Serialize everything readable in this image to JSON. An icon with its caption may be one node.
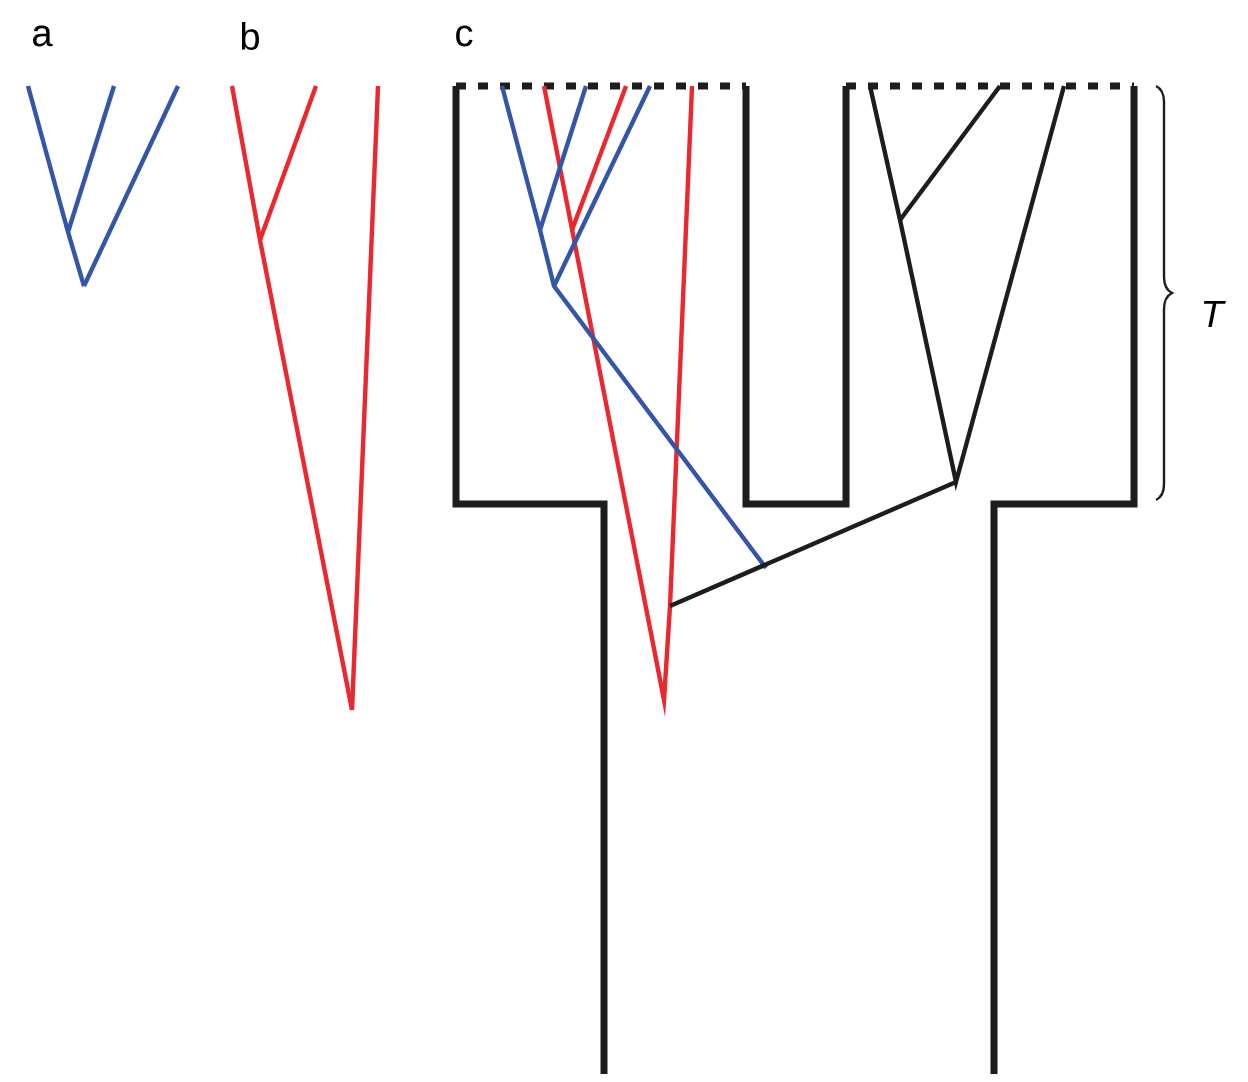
{
  "diagram": {
    "labels": [
      "a",
      "b",
      "c",
      "T"
    ]
  }
}
